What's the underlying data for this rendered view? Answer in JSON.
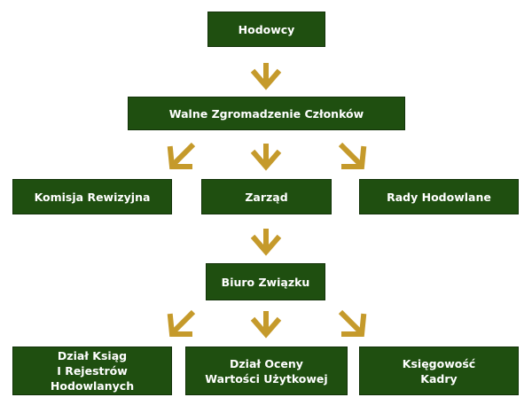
{
  "diagram": {
    "nodes": {
      "hodowcy": "Hodowcy",
      "walne": "Walne Zgromadzenie Członków",
      "komisja": "Komisja Rewizyjna",
      "zarzad": "Zarząd",
      "rady": "Rady Hodowlane",
      "biuro": "Biuro Związku",
      "dzial_ksiag_line1": "Dział Ksiąg",
      "dzial_ksiag_line2": "I Rejestrów Hodowlanych",
      "dzial_oceny_line1": "Dział Oceny",
      "dzial_oceny_line2": "Wartości Użytkowej",
      "ksiegowosc_line1": "Księgowość",
      "ksiegowosc_line2": "Kadry"
    },
    "colors": {
      "box_fill": "#1f4f10",
      "arrow": "#c59a2b",
      "text": "#ffffff"
    }
  }
}
